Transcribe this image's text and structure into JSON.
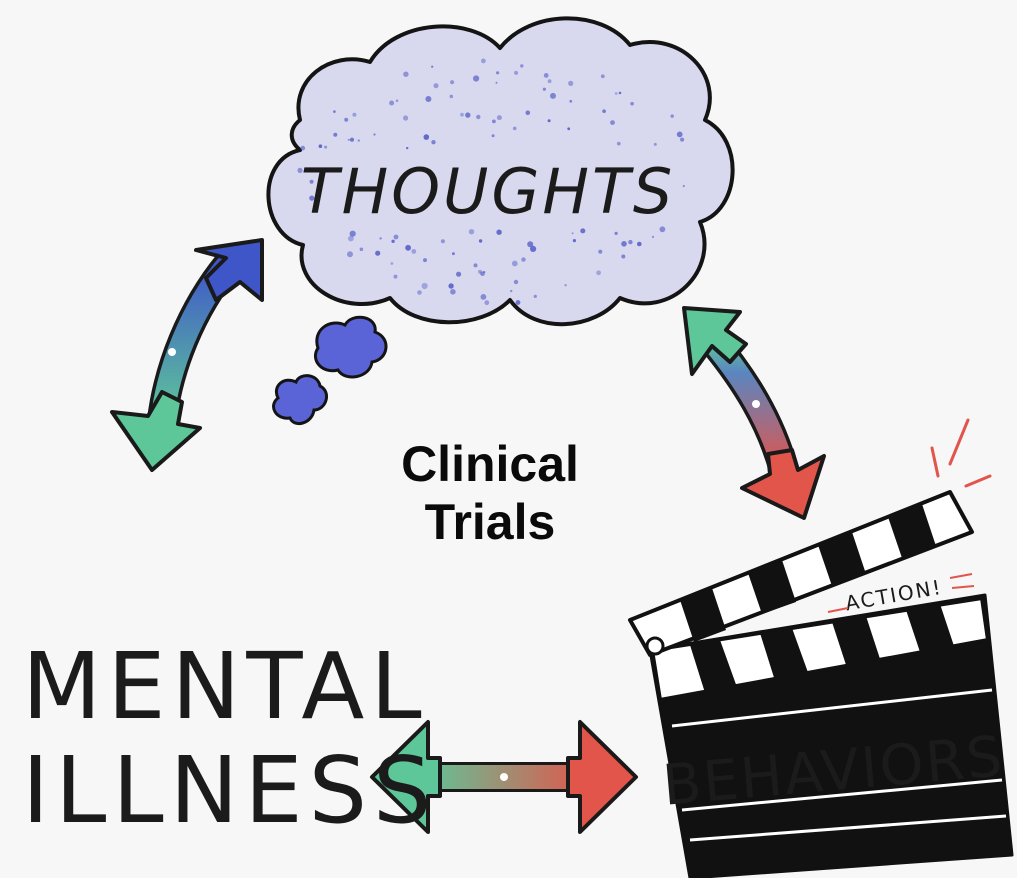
{
  "thoughts": {
    "label": "THOUGHTS",
    "cloud_color": "#d8d9ee",
    "dot_color": "#5a63c8",
    "bubble_color": "#5b64d6"
  },
  "behaviors": {
    "label": "BEHAVIORS",
    "label_color": "#e2554b",
    "action_label": "ACTION!",
    "clapper_color": "#111111"
  },
  "mental_illness": {
    "line1": "MENTAL",
    "line2": "ILLNESS"
  },
  "center": {
    "line1": "Clinical",
    "line2": "Trials"
  },
  "arrows": {
    "blue": "#3f56c9",
    "green": "#5ec79a",
    "red": "#e2554b",
    "outline": "#1a1a1a"
  },
  "accent_marks": "#e2554b"
}
